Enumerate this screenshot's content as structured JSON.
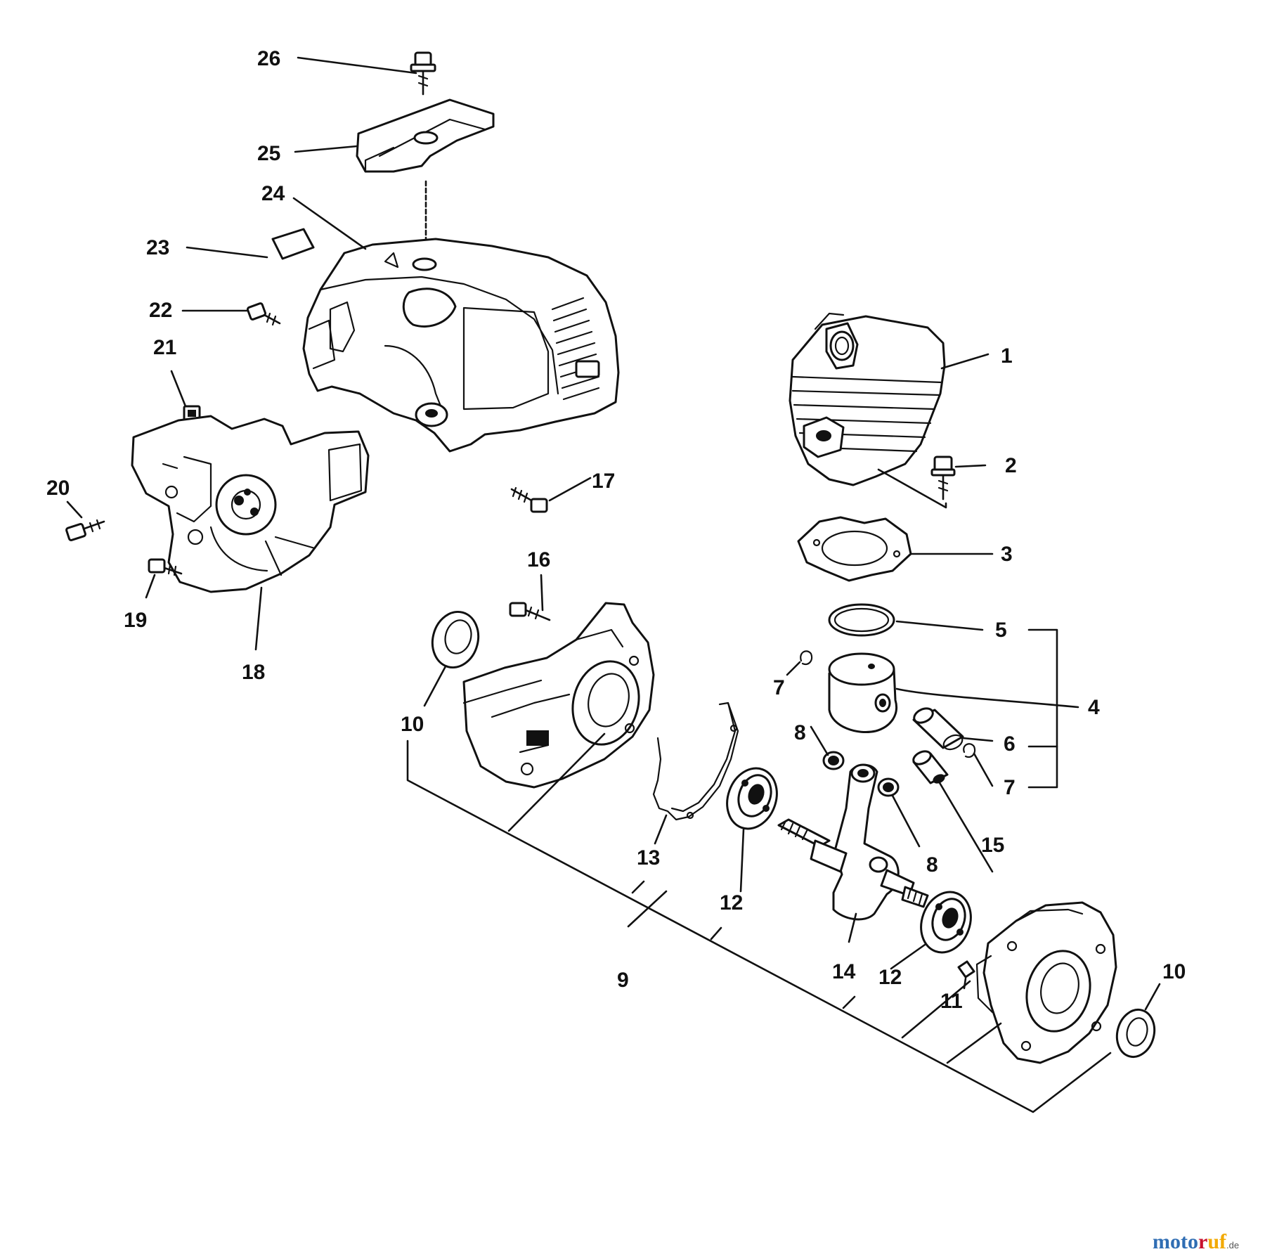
{
  "callouts": {
    "c1": "1",
    "c2": "2",
    "c3": "3",
    "c4": "4",
    "c5": "5",
    "c6": "6",
    "c7a": "7",
    "c7b": "7",
    "c8a": "8",
    "c8b": "8",
    "c9": "9",
    "c10a": "10",
    "c10b": "10",
    "c11": "11",
    "c12a": "12",
    "c12b": "12",
    "c13": "13",
    "c14": "14",
    "c15": "15",
    "c16": "16",
    "c17": "17",
    "c18": "18",
    "c19": "19",
    "c20": "20",
    "c21": "21",
    "c22": "22",
    "c23": "23",
    "c24": "24",
    "c25": "25",
    "c26": "26"
  },
  "watermark": {
    "brand": "motoruf",
    "tld": ".de",
    "colors": {
      "moto": "#2f6db3",
      "r": "#c8102e",
      "uf": "#f2a900",
      "tld": "#555555"
    }
  }
}
